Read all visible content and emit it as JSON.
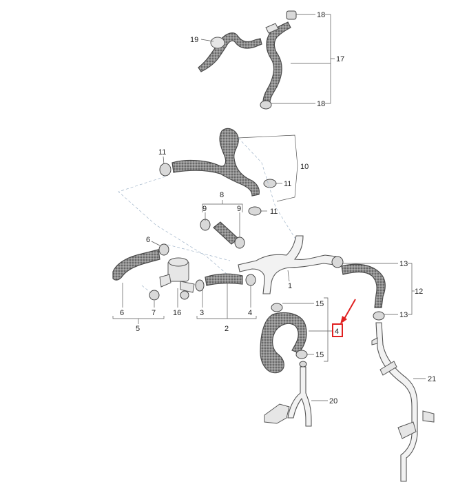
{
  "diagram": {
    "callouts": [
      {
        "id": "c18a",
        "label": "18"
      },
      {
        "id": "c17",
        "label": "17"
      },
      {
        "id": "c19",
        "label": "19"
      },
      {
        "id": "c18b",
        "label": "18"
      },
      {
        "id": "c11a",
        "label": "11"
      },
      {
        "id": "c10",
        "label": "10"
      },
      {
        "id": "c11b",
        "label": "11"
      },
      {
        "id": "c8",
        "label": "8"
      },
      {
        "id": "c9a",
        "label": "9"
      },
      {
        "id": "c9b",
        "label": "9"
      },
      {
        "id": "c11c",
        "label": "11"
      },
      {
        "id": "c6a",
        "label": "6"
      },
      {
        "id": "c13a",
        "label": "13"
      },
      {
        "id": "c1",
        "label": "1"
      },
      {
        "id": "c12",
        "label": "12"
      },
      {
        "id": "c15a",
        "label": "15"
      },
      {
        "id": "c13b",
        "label": "13"
      },
      {
        "id": "c6b",
        "label": "6"
      },
      {
        "id": "c7",
        "label": "7"
      },
      {
        "id": "c16",
        "label": "16"
      },
      {
        "id": "c3",
        "label": "3"
      },
      {
        "id": "c4a",
        "label": "4"
      },
      {
        "id": "c5",
        "label": "5"
      },
      {
        "id": "c2",
        "label": "2"
      },
      {
        "id": "c4b",
        "label": "4"
      },
      {
        "id": "c15b",
        "label": "15"
      },
      {
        "id": "c21",
        "label": "21"
      },
      {
        "id": "c20",
        "label": "20"
      }
    ],
    "highlight": {
      "label": "4",
      "color": "#e02020"
    }
  }
}
